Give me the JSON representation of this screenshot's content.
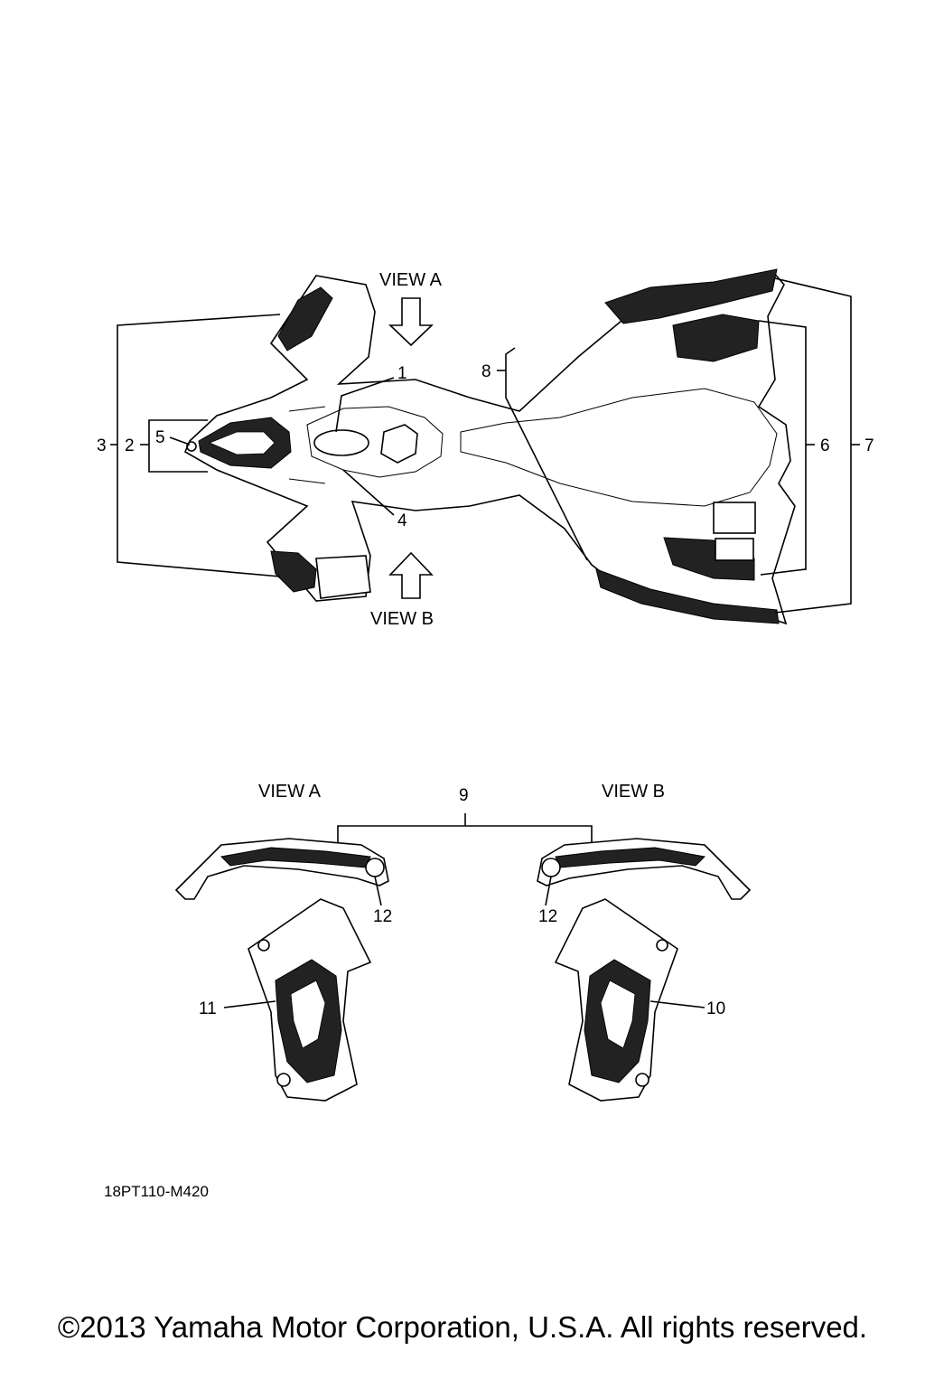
{
  "views": {
    "view_a_top": "VIEW A",
    "view_b_top": "VIEW B",
    "view_a_bottom": "VIEW A",
    "view_b_bottom": "VIEW B"
  },
  "callouts": {
    "c1": "1",
    "c2": "2",
    "c3": "3",
    "c4": "4",
    "c5": "5",
    "c6": "6",
    "c7": "7",
    "c8": "8",
    "c9": "9",
    "c10": "10",
    "c11": "11",
    "c12_left": "12",
    "c12_right": "12"
  },
  "drawing_code": "18PT110-M420",
  "copyright": "©2013 Yamaha Motor Corporation, U.S.A. All rights reserved."
}
